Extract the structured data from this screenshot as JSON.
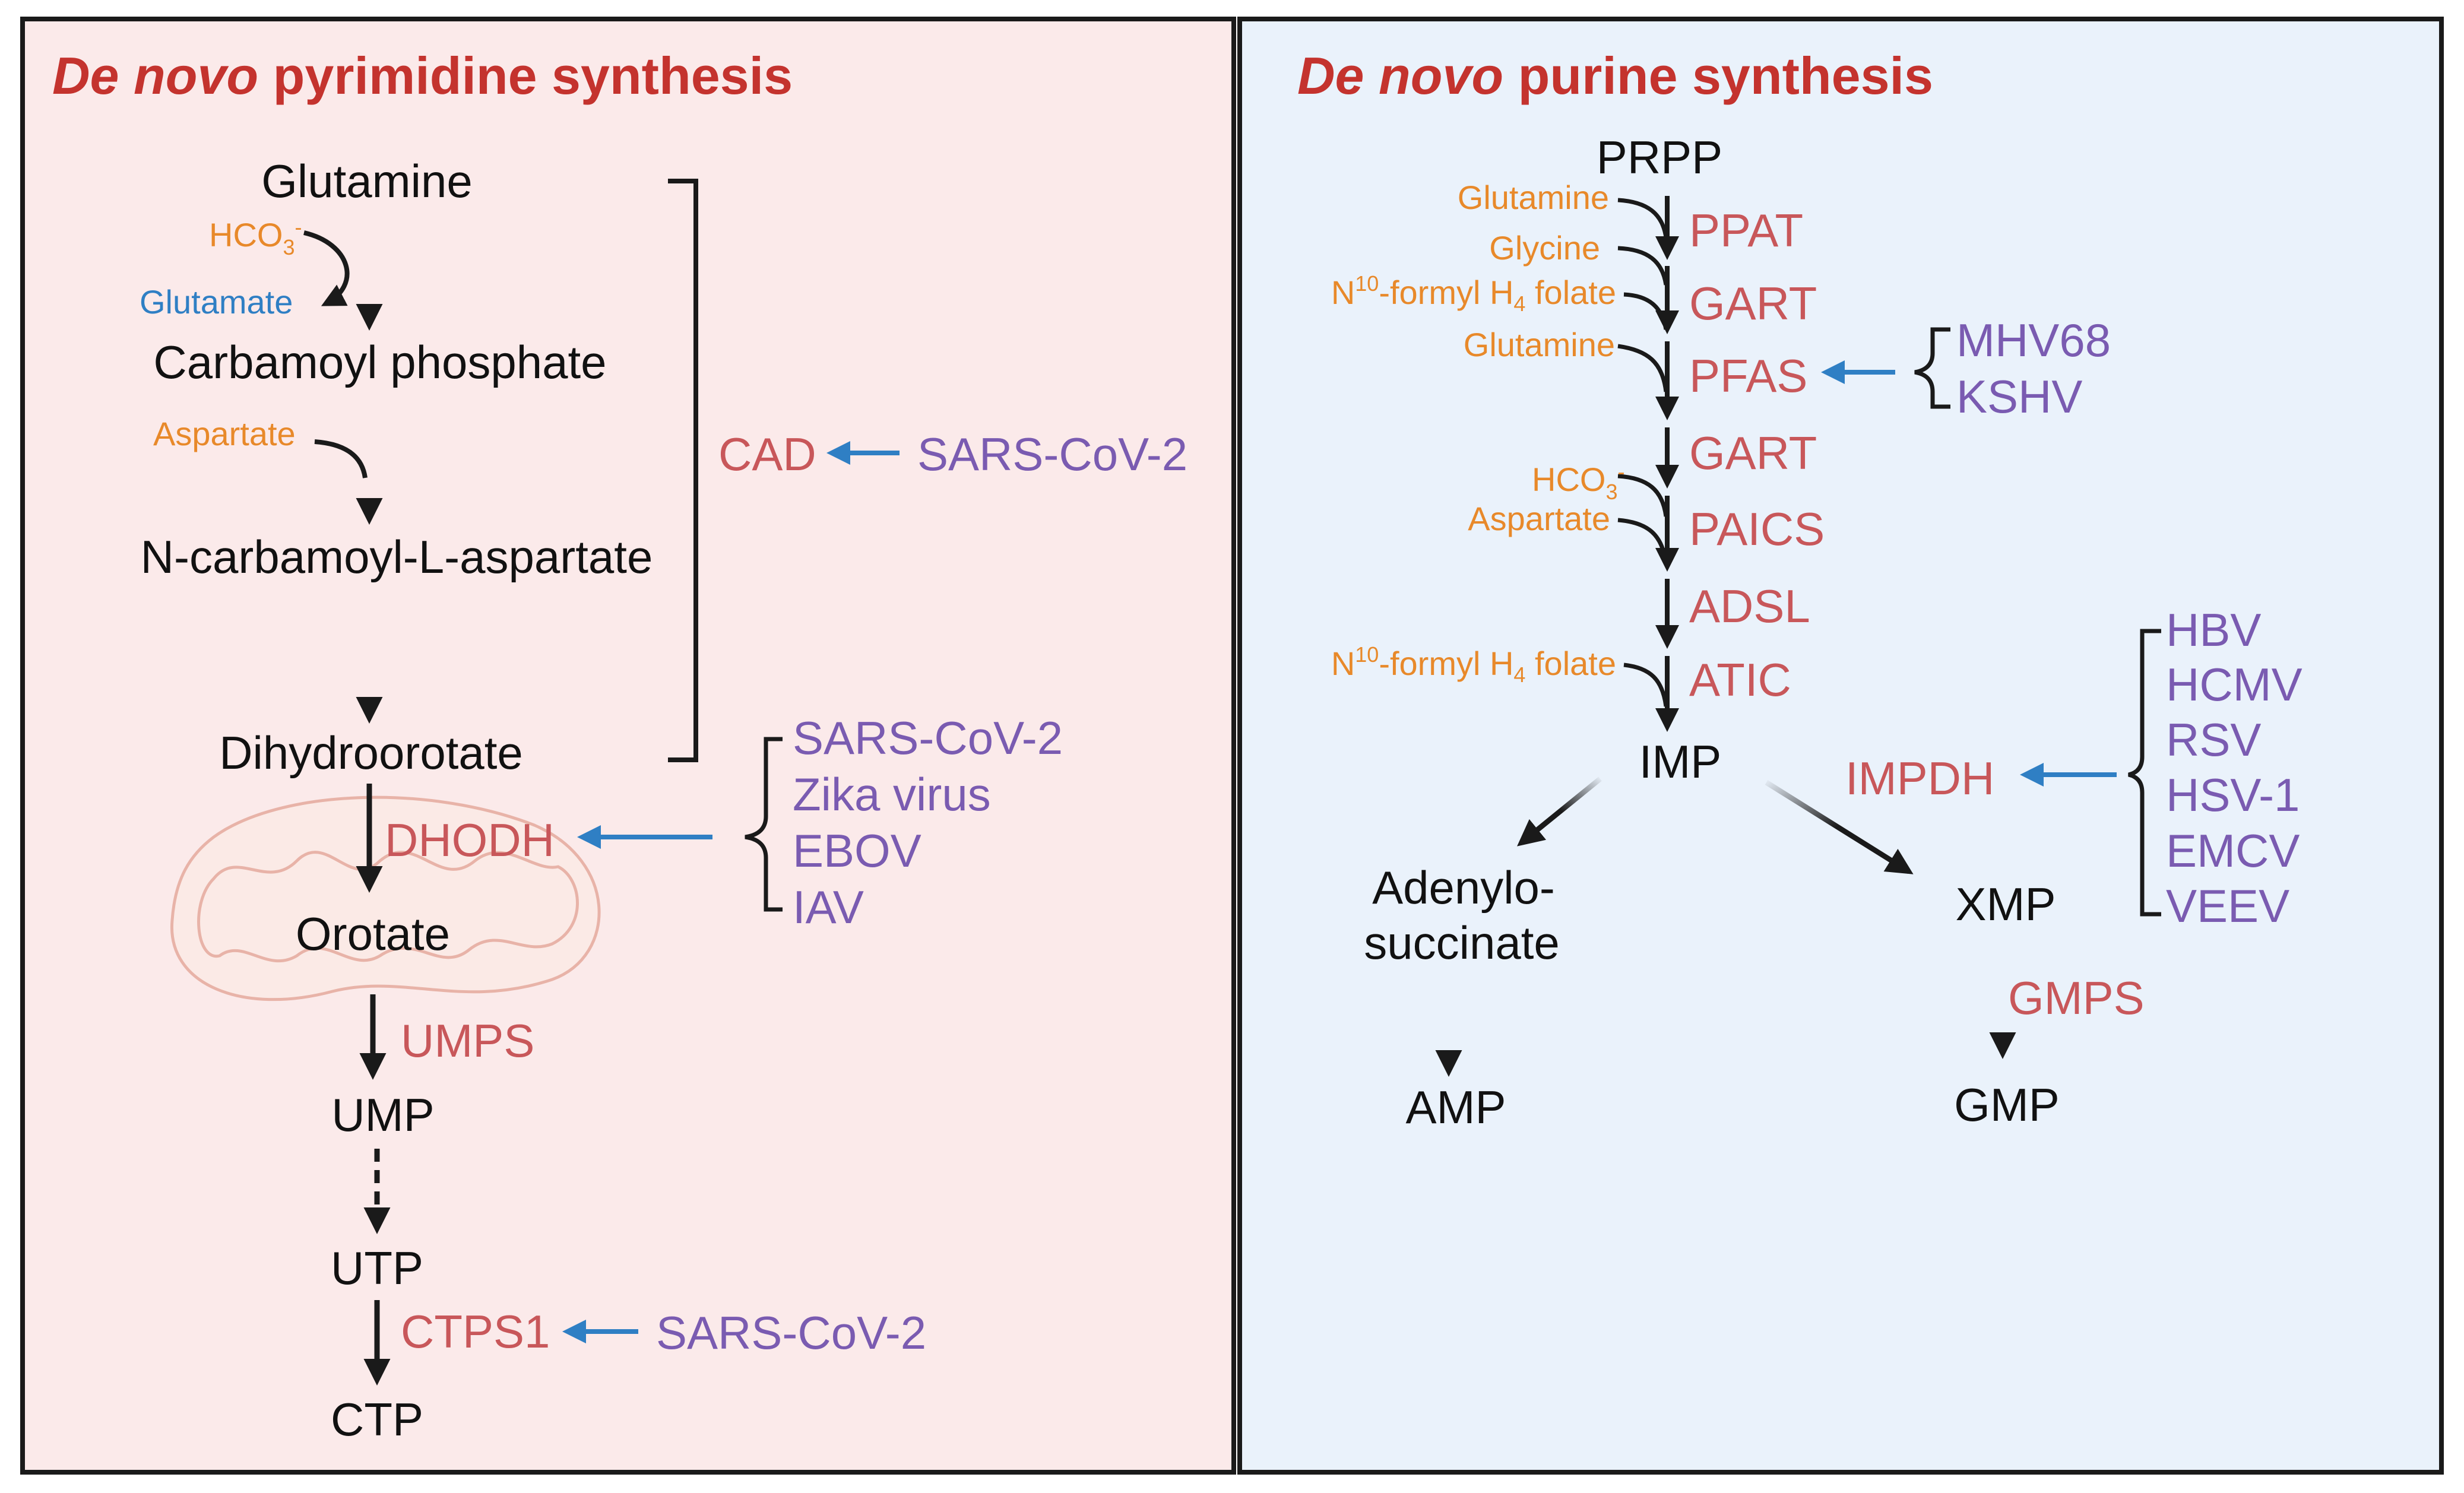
{
  "colors": {
    "title": "#c4332e",
    "metabolite": "#111111",
    "substrate": "#e8892a",
    "product_side": "#2f7fc4",
    "enzyme": "#c8575a",
    "virus": "#7a5bb1",
    "inhibition_arrow": "#2f7fc4",
    "left_panel_bg": "#fbeaea",
    "right_panel_bg": "#eaf2fb"
  },
  "left_panel": {
    "title_italic": "De novo",
    "title_rest": " pyrimidine synthesis",
    "metabolites": {
      "glutamine": "Glutamine",
      "carbamoyl_phosphate": "Carbamoyl phosphate",
      "n_carbamoyl": "N-carbamoyl-L-aspartate",
      "dihydroorotate": "Dihydroorotate",
      "orotate": "Orotate",
      "ump": "UMP",
      "utp": "UTP",
      "ctp": "CTP"
    },
    "side": {
      "hco3": "HCO",
      "hco3_sub": "3",
      "hco3_sup": "-",
      "glutamate": "Glutamate",
      "aspartate": "Aspartate"
    },
    "enzymes": {
      "cad": "CAD",
      "dhodh": "DHODH",
      "umps": "UMPS",
      "ctps1": "CTPS1"
    },
    "viruses": {
      "cad": [
        "SARS-CoV-2"
      ],
      "dhodh": [
        "SARS-CoV-2",
        "Zika virus",
        "EBOV",
        "IAV"
      ],
      "ctps1": [
        "SARS-CoV-2"
      ]
    }
  },
  "right_panel": {
    "title_italic": "De novo",
    "title_rest": " purine synthesis",
    "metabolites": {
      "prpp": "PRPP",
      "imp": "IMP",
      "adenylo_1": "Adenylo-",
      "adenylo_2": "succinate",
      "amp": "AMP",
      "xmp": "XMP",
      "gmp": "GMP"
    },
    "substrates": {
      "glutamine_1": "Glutamine",
      "glycine": "Glycine",
      "n10_folate_1_pre": "N",
      "n10_folate_1_sup": "10",
      "n10_folate_1_mid": "-formyl H",
      "n10_folate_1_sub": "4",
      "n10_folate_1_post": " folate",
      "glutamine_2": "Glutamine",
      "hco3": "HCO",
      "hco3_sub": "3",
      "hco3_sup": "-",
      "aspartate": "Aspartate",
      "n10_folate_2_pre": "N",
      "n10_folate_2_sup": "10",
      "n10_folate_2_mid": "-formyl H",
      "n10_folate_2_sub": "4",
      "n10_folate_2_post": " folate"
    },
    "enzymes": {
      "ppat": "PPAT",
      "gart_1": "GART",
      "pfas": "PFAS",
      "gart_2": "GART",
      "paics": "PAICS",
      "adsl": "ADSL",
      "atic": "ATIC",
      "impdh": "IMPDH",
      "gmps": "GMPS"
    },
    "viruses": {
      "pfas": [
        "MHV68",
        "KSHV"
      ],
      "impdh": [
        "HBV",
        "HCMV",
        "RSV",
        "HSV-1",
        "EMCV",
        "VEEV"
      ]
    }
  }
}
